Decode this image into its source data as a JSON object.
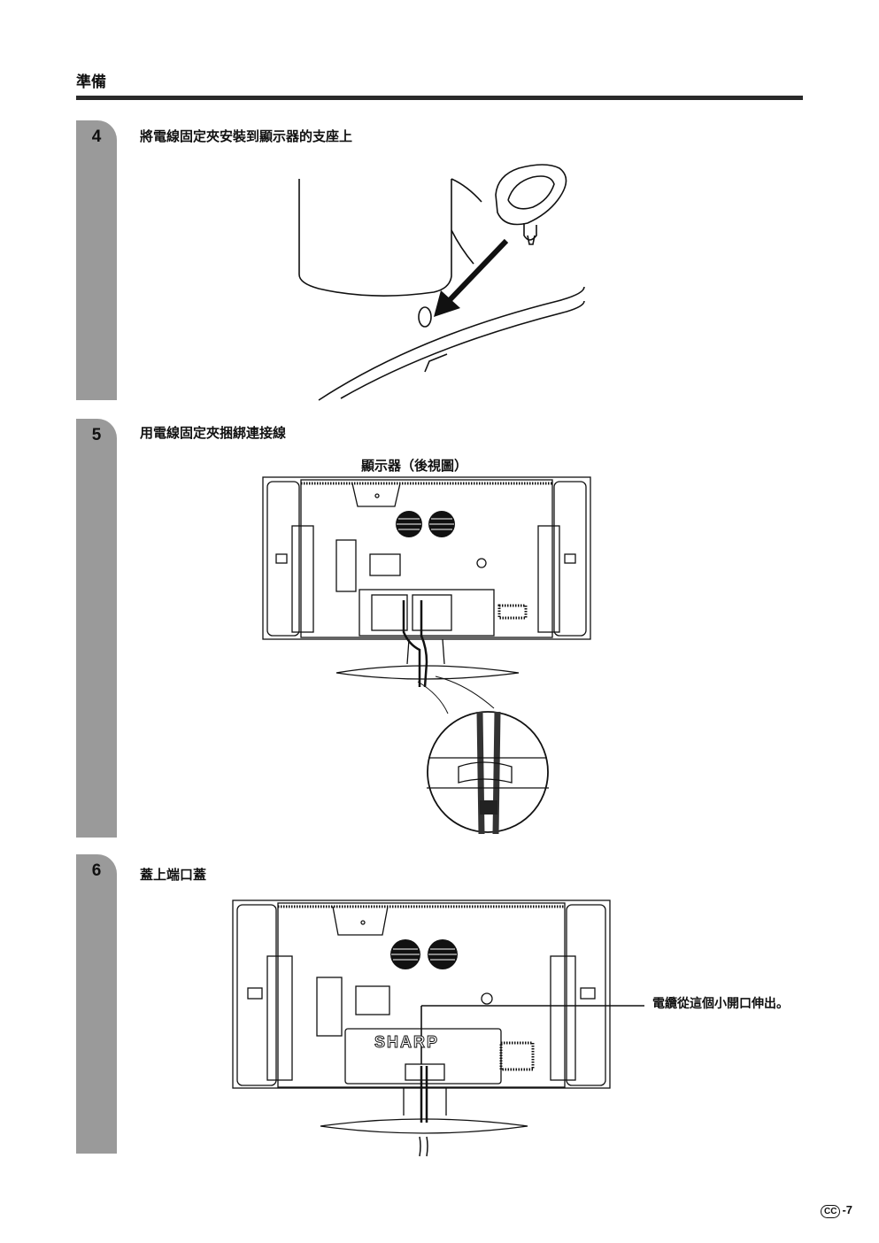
{
  "header": {
    "section": "準備"
  },
  "steps": [
    {
      "number": "4",
      "title": "將電線固定夾安裝到顯示器的支座上"
    },
    {
      "number": "5",
      "title": "用電線固定夾捆綁連接線",
      "figure_label": "顯示器（後視圖）"
    },
    {
      "number": "6",
      "title": "蓋上端口蓋",
      "callout": "電纜從這個小開口伸出。",
      "logo": "SHARP"
    }
  ],
  "footer": {
    "badge": "CC",
    "page": "-7"
  }
}
